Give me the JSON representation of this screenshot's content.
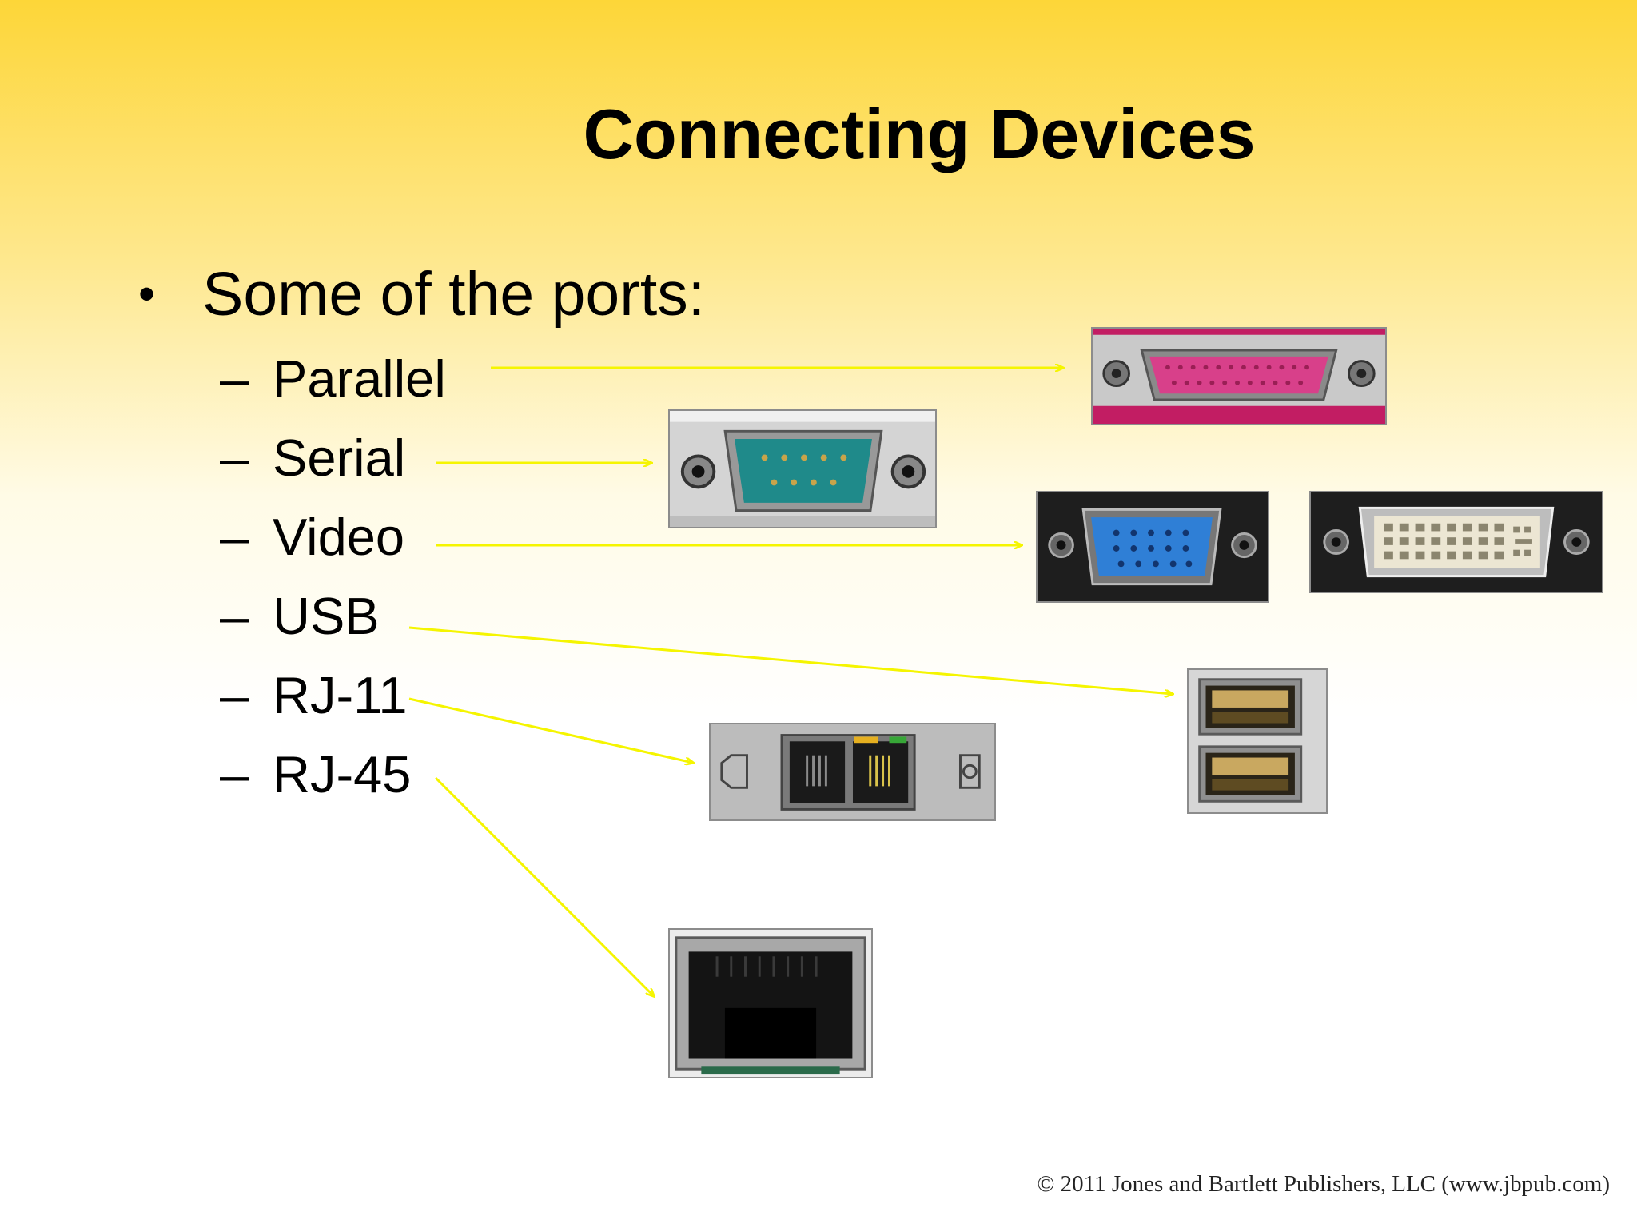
{
  "slide": {
    "title": "Connecting Devices",
    "bullet_marker": "•",
    "bullet": "Some of the ports:",
    "dash": "–",
    "ports": [
      "Parallel",
      "Serial",
      "Video",
      "USB",
      "RJ-11",
      "RJ-45"
    ],
    "footer": "© 2011 Jones and Bartlett Publishers, LLC (www.jbpub.com)"
  },
  "colors": {
    "background_top": "#fdd638",
    "arrow": "#f5f500",
    "parallel_port": "#d8408a",
    "serial_port": "#1f8a8a",
    "vga_port": "#2f7fd6"
  },
  "images": [
    "parallel-port-image",
    "serial-port-image",
    "vga-port-image",
    "dvi-port-image",
    "usb-port-image",
    "rj11-port-image",
    "rj45-port-image"
  ]
}
